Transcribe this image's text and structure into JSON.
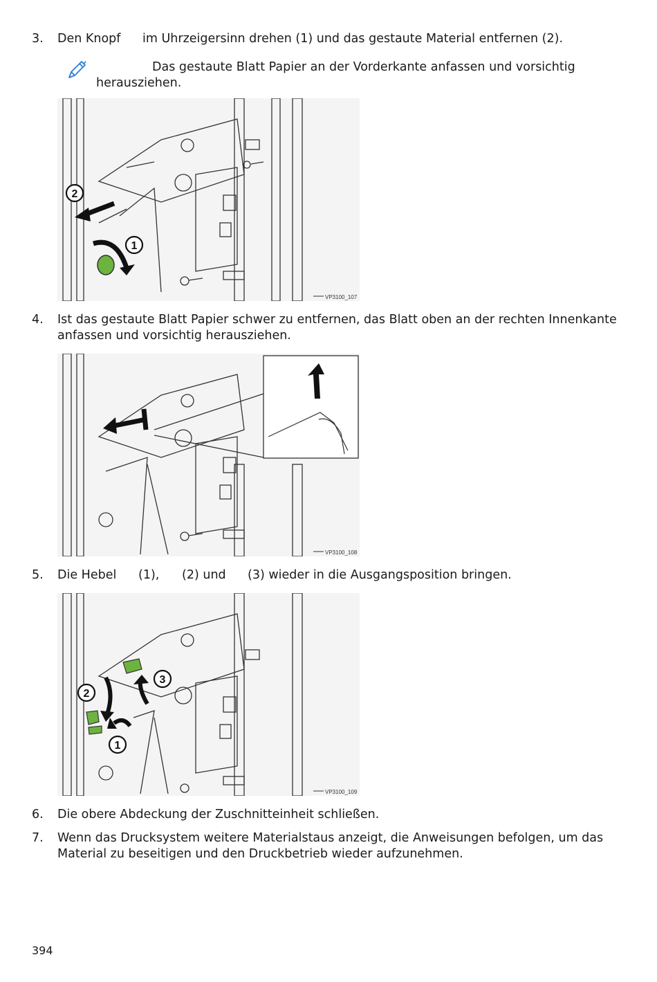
{
  "steps": {
    "s3": {
      "num": "3.",
      "text_a": "Den Knopf",
      "text_b": "im Uhrzeigersinn drehen (1) und das gestaute Material entfernen (2)."
    },
    "note": {
      "line1": "Das gestaute Blatt Papier an der Vorderkante anfassen und vorsichtig",
      "line2": "herausziehen.",
      "icon": "pencil-note-icon"
    },
    "s4": {
      "num": "4.",
      "line1": "Ist das gestaute Blatt Papier schwer zu entfernen, das Blatt oben an der rechten Innenkante",
      "line2": "anfassen und vorsichtig herausziehen."
    },
    "s5": {
      "num": "5.",
      "t1": "Die Hebel",
      "t2": "(1),",
      "t3": "(2) und",
      "t4": "(3) wieder in die Ausgangsposition bringen."
    },
    "s6": {
      "num": "6.",
      "text": "Die obere Abdeckung der Zuschnitteinheit schließen."
    },
    "s7": {
      "num": "7.",
      "line1": "Wenn das Drucksystem weitere Materialstaus anzeigt, die Anweisungen befolgen, um das",
      "line2": "Material zu beseitigen und den Druckbetrieb wieder aufzunehmen."
    }
  },
  "figures": {
    "f1": {
      "code": "VP3100_107",
      "callouts": [
        "2",
        "1"
      ]
    },
    "f2": {
      "code": "VP3100_108"
    },
    "f3": {
      "code": "VP3100_109",
      "callouts": [
        "3",
        "2",
        "1"
      ]
    }
  },
  "colors": {
    "accent": "#2a7fd4",
    "green": "#6db33f",
    "line": "#333333"
  },
  "footer": {
    "page": "394"
  }
}
